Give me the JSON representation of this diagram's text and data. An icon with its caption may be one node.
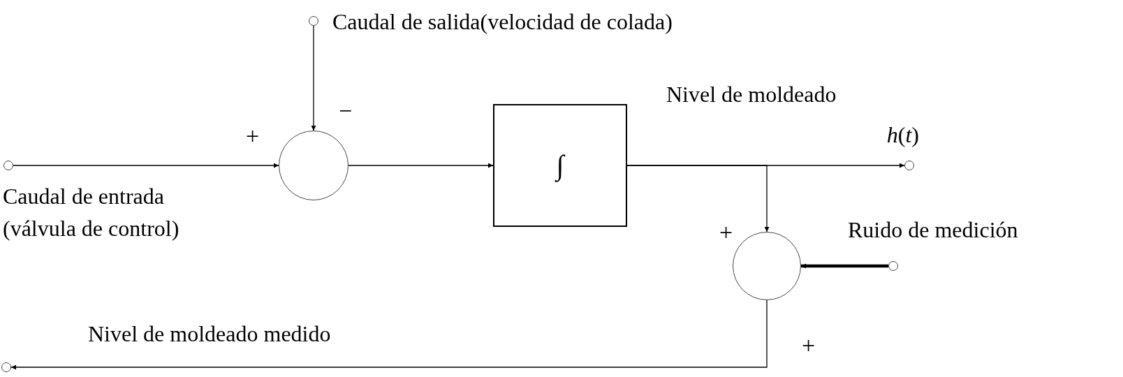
{
  "diagram": {
    "nodes": [
      {
        "text": [],
        "shape": "circle",
        "beside": [
          "Caudal de salida(velocidad de colada)"
        ]
      },
      {
        "text": [],
        "shape": "circle",
        "beside": [
          "Caudal de entrada (válvula de control)"
        ]
      },
      {
        "text": [],
        "shape": "circle"
      },
      {
        "text": [
          "∫"
        ]
      },
      {
        "text": [],
        "shape": "circle",
        "beside": [
          "Nivel de moldeado",
          "*h*(*t*)"
        ]
      },
      {
        "text": [],
        "shape": "circle"
      },
      {
        "text": [],
        "shape": "circle",
        "beside": [
          "Ruido de medición"
        ]
      },
      {
        "text": [],
        "shape": "circle",
        "beside": [
          "Nivel de moldeado medido"
        ]
      }
    ],
    "edges": [
      {
        "from": 0,
        "to": 2,
        "arrow": "to"
      },
      {
        "from": 1,
        "to": 2,
        "arrow": "to"
      },
      {
        "from": 2,
        "to": 3,
        "arrow": "to"
      },
      {
        "from": 3,
        "to": 4,
        "arrow": "to"
      },
      {
        "from": 3,
        "to": 5,
        "arrow": "to"
      },
      {
        "from": 6,
        "to": 5,
        "arrow": "to",
        "style": "thick"
      },
      {
        "from": 5,
        "to": 7,
        "arrow": "to"
      }
    ],
    "labels": [
      "+",
      "−",
      "+",
      "+"
    ]
  }
}
